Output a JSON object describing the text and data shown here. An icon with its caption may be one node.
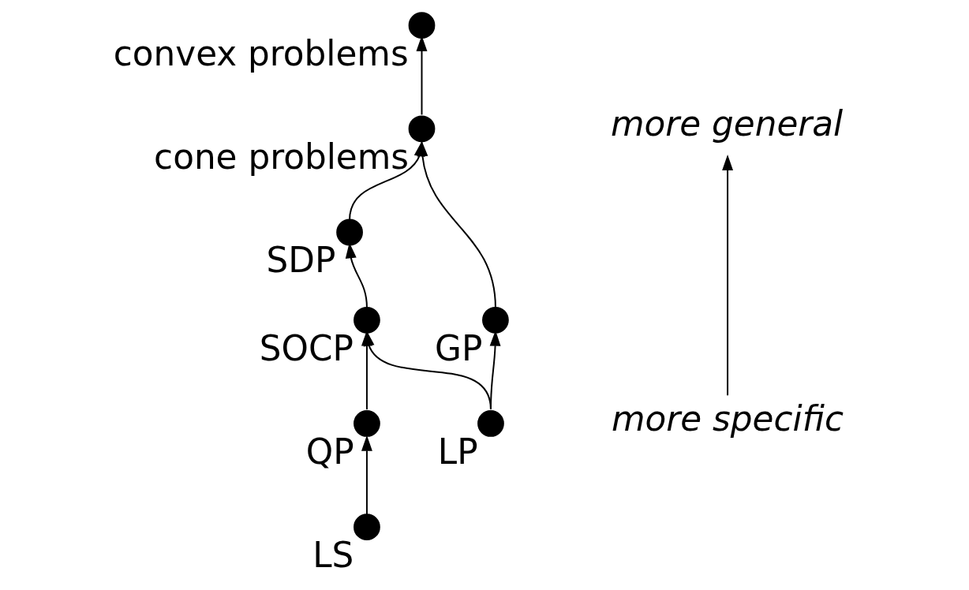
{
  "diagram": {
    "nodes": [
      {
        "text": [],
        "shape": "circle",
        "beside": [
          "convex problems"
        ]
      },
      {
        "text": [
          "more general"
        ]
      },
      {
        "text": [],
        "shape": "circle",
        "beside": [
          "cone problems"
        ]
      },
      {
        "text": [],
        "shape": "circle",
        "beside": [
          "SDP"
        ]
      },
      {
        "text": [],
        "shape": "circle",
        "beside": [
          "SOCP"
        ]
      },
      {
        "text": [],
        "shape": "circle",
        "beside": [
          "GP"
        ]
      },
      {
        "text": [],
        "shape": "circle",
        "beside": [
          "QP"
        ]
      },
      {
        "text": [],
        "shape": "circle",
        "beside": [
          "LP"
        ]
      },
      {
        "text": [
          "more specific"
        ]
      },
      {
        "text": [],
        "shape": "circle",
        "beside": [
          "LS"
        ]
      }
    ],
    "edges": [
      {
        "from": 2,
        "to": 0,
        "arrow": "to"
      },
      {
        "from": 3,
        "to": 2,
        "arrow": "to"
      },
      {
        "from": 5,
        "to": 2,
        "arrow": "to"
      },
      {
        "from": 4,
        "to": 3,
        "arrow": "to"
      },
      {
        "from": 6,
        "to": 4,
        "arrow": "to"
      },
      {
        "from": 7,
        "to": 4,
        "arrow": "to"
      },
      {
        "from": 7,
        "to": 5,
        "arrow": "to"
      },
      {
        "from": 9,
        "to": 6,
        "arrow": "to"
      },
      {
        "from": 8,
        "to": 1,
        "arrow": "to"
      }
    ]
  }
}
